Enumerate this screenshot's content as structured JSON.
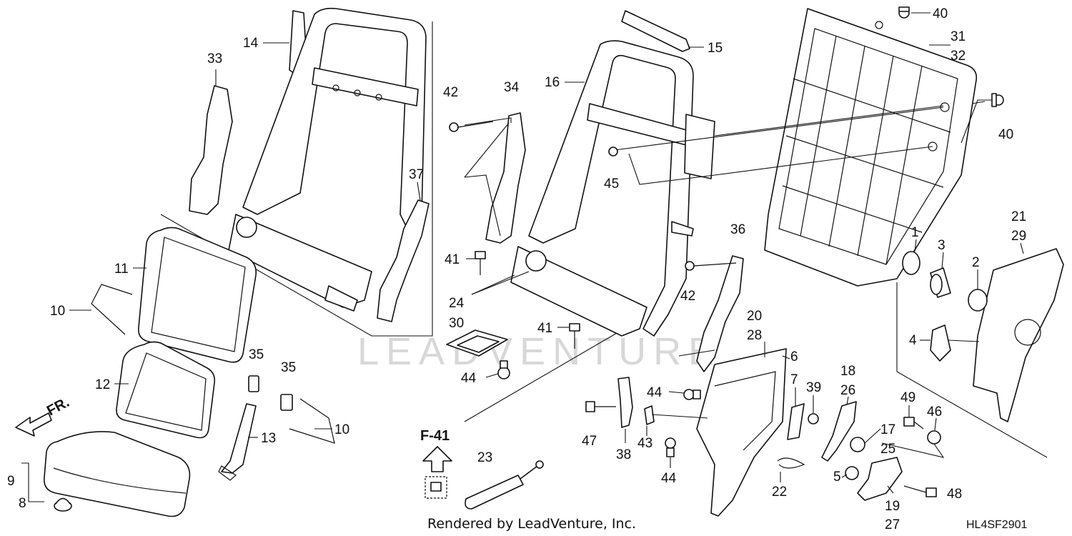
{
  "callouts": [
    {
      "id": "c14",
      "text": "14"
    },
    {
      "id": "c33",
      "text": "33"
    },
    {
      "id": "c37",
      "text": "37"
    },
    {
      "id": "c11",
      "text": "11"
    },
    {
      "id": "c10a",
      "text": "10"
    },
    {
      "id": "c12",
      "text": "12"
    },
    {
      "id": "c35a",
      "text": "35"
    },
    {
      "id": "c35b",
      "text": "35"
    },
    {
      "id": "c13",
      "text": "13"
    },
    {
      "id": "c10b",
      "text": "10"
    },
    {
      "id": "c9",
      "text": "9"
    },
    {
      "id": "c8",
      "text": "8"
    },
    {
      "id": "c42a",
      "text": "42"
    },
    {
      "id": "c34",
      "text": "34"
    },
    {
      "id": "c16",
      "text": "16"
    },
    {
      "id": "c15",
      "text": "15"
    },
    {
      "id": "c45",
      "text": "45"
    },
    {
      "id": "c41a",
      "text": "41"
    },
    {
      "id": "c24",
      "text": "24"
    },
    {
      "id": "c30",
      "text": "30"
    },
    {
      "id": "c44a",
      "text": "44"
    },
    {
      "id": "c41b",
      "text": "41"
    },
    {
      "id": "c23",
      "text": "23"
    },
    {
      "id": "c40a",
      "text": "40"
    },
    {
      "id": "c31",
      "text": "31"
    },
    {
      "id": "c32",
      "text": "32"
    },
    {
      "id": "c40b",
      "text": "40"
    },
    {
      "id": "c36",
      "text": "36"
    },
    {
      "id": "c42b",
      "text": "42"
    },
    {
      "id": "c20",
      "text": "20"
    },
    {
      "id": "c28",
      "text": "28"
    },
    {
      "id": "c6",
      "text": "6"
    },
    {
      "id": "c1",
      "text": "1"
    },
    {
      "id": "c3",
      "text": "3"
    },
    {
      "id": "c2",
      "text": "2"
    },
    {
      "id": "c21",
      "text": "21"
    },
    {
      "id": "c29",
      "text": "29"
    },
    {
      "id": "c4",
      "text": "4"
    },
    {
      "id": "c44b",
      "text": "44"
    },
    {
      "id": "c7",
      "text": "7"
    },
    {
      "id": "c39",
      "text": "39"
    },
    {
      "id": "c18",
      "text": "18"
    },
    {
      "id": "c26",
      "text": "26"
    },
    {
      "id": "c47",
      "text": "47"
    },
    {
      "id": "c38",
      "text": "38"
    },
    {
      "id": "c43",
      "text": "43"
    },
    {
      "id": "c44c",
      "text": "44"
    },
    {
      "id": "c22",
      "text": "22"
    },
    {
      "id": "c49",
      "text": "49"
    },
    {
      "id": "c46",
      "text": "46"
    },
    {
      "id": "c17",
      "text": "17"
    },
    {
      "id": "c25",
      "text": "25"
    },
    {
      "id": "c5",
      "text": "5"
    },
    {
      "id": "c48",
      "text": "48"
    },
    {
      "id": "c19",
      "text": "19"
    },
    {
      "id": "c27",
      "text": "27"
    }
  ],
  "front_arrow_label": "FR.",
  "reference_label": "F-41",
  "footer": {
    "rendered_by": "Rendered by LeadVenture, Inc.",
    "diagram_code": "HL4SF2901"
  },
  "watermark": "LEADVENTURE"
}
